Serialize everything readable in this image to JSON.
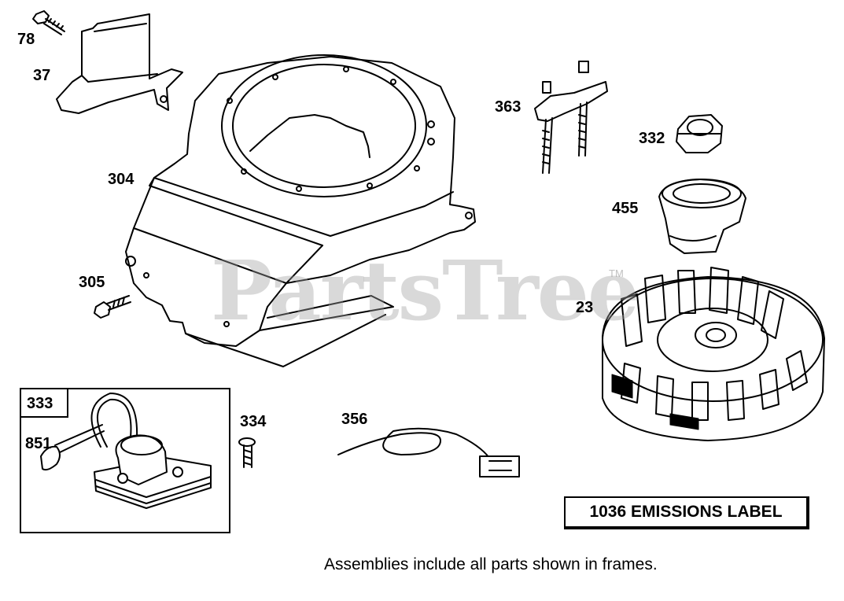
{
  "watermark": {
    "text": "PartsTree",
    "trademark": "TM"
  },
  "callouts": {
    "p78": "78",
    "p37": "37",
    "p304": "304",
    "p305": "305",
    "p363": "363",
    "p332": "332",
    "p455": "455",
    "p23": "23",
    "p333": "333",
    "p851": "851",
    "p334": "334",
    "p356": "356"
  },
  "emissions_label": "1036 EMISSIONS LABEL",
  "footnote": "Assemblies include all parts shown in frames.",
  "colors": {
    "line": "#000000",
    "background": "#ffffff",
    "watermark": "#a0a0a0"
  }
}
